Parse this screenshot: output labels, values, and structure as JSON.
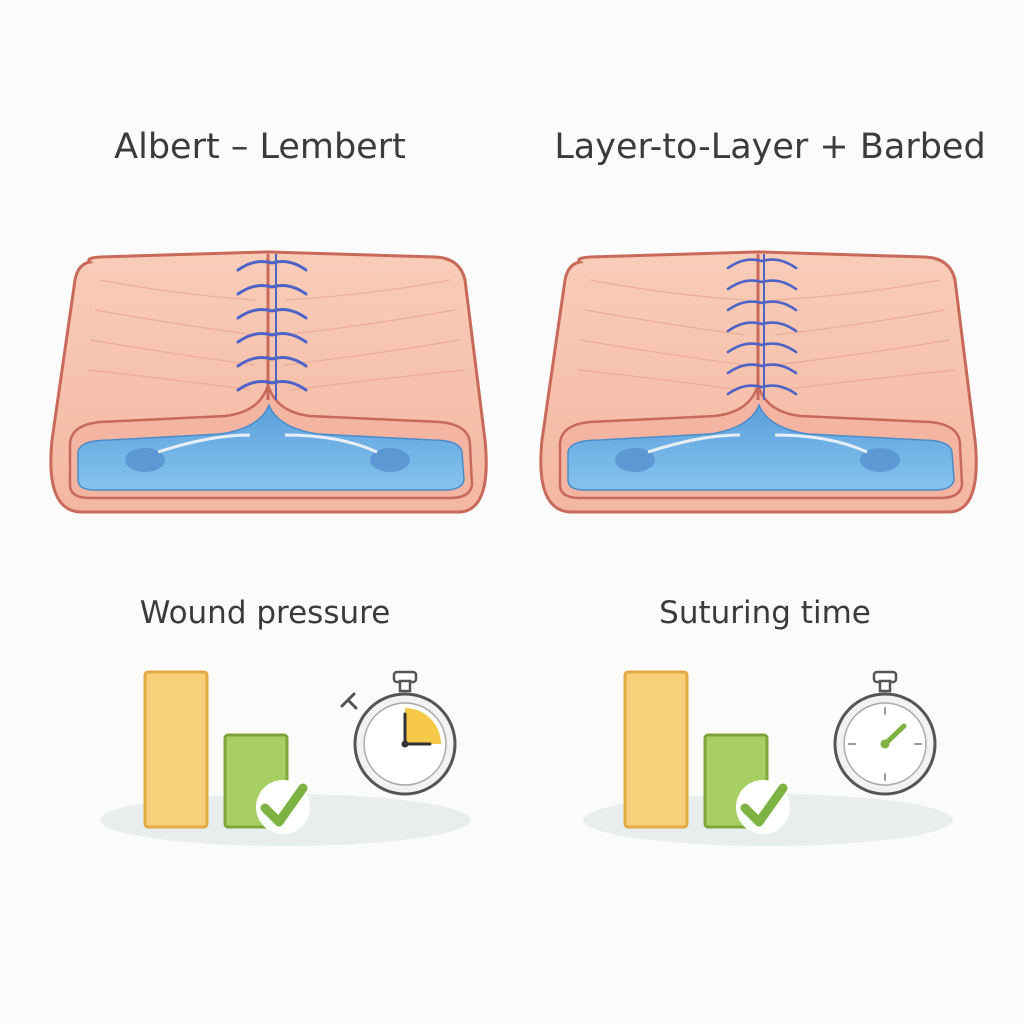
{
  "panels": [
    {
      "title": "Albert – Lembert",
      "metric_label": "Wound pressure"
    },
    {
      "title": "Layer-to-Layer + Barbed",
      "metric_label": "Suturing time"
    }
  ],
  "colors": {
    "tissue": "#f6c3ae",
    "tissue_edge": "#c8695a",
    "lumen": "#6fb1e4",
    "suture": "#4d63c6",
    "bar_tall": "#f8d07a",
    "bar_short": "#a8cf62",
    "check": "#7cb342",
    "stopwatch_quadrant": "#f7c948"
  },
  "icons": [
    "tissue-fold-illustration",
    "suture-stitches",
    "bar-comparison",
    "check-icon",
    "stopwatch-icon"
  ]
}
